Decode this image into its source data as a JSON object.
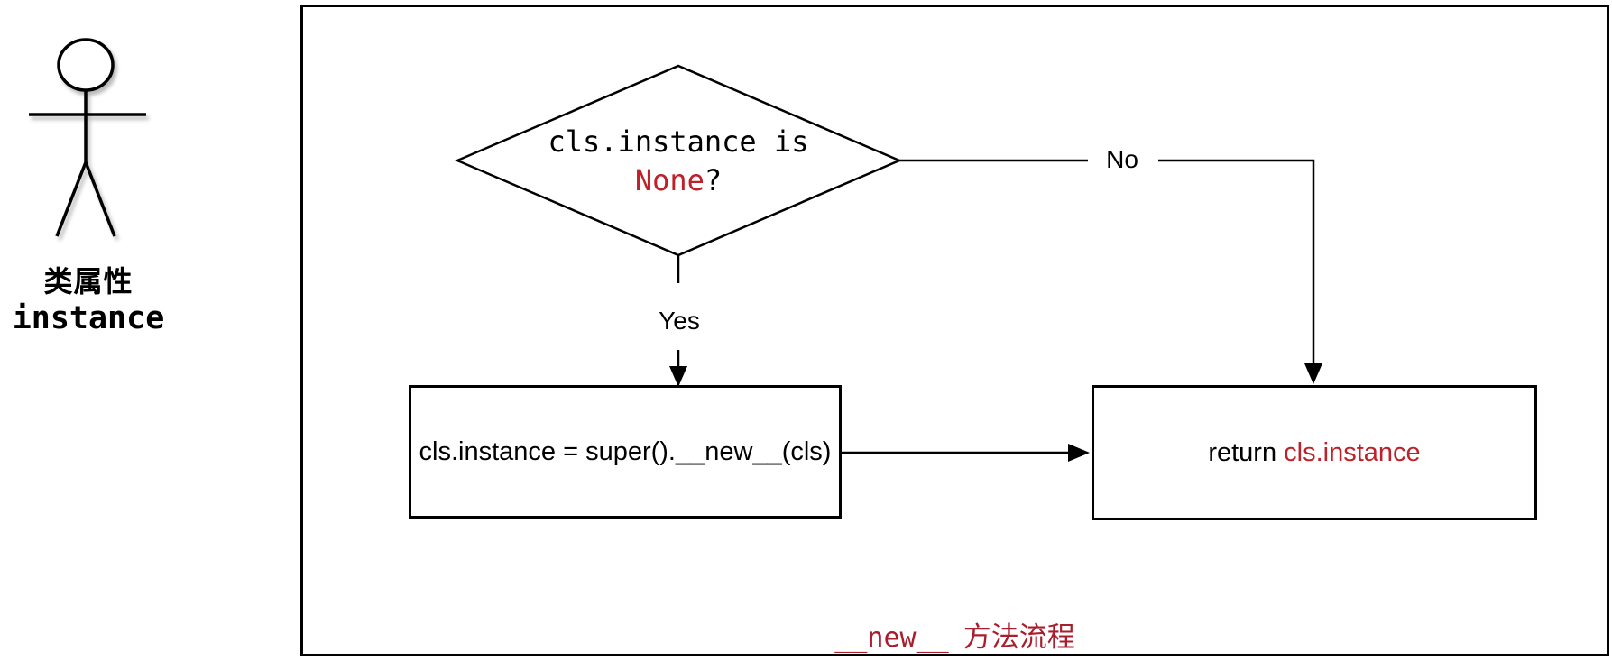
{
  "actor": {
    "title": "类属性",
    "code_label": "instance"
  },
  "flowchart": {
    "decision": {
      "line1": "cls.instance is",
      "highlight": "None",
      "suffix": "?"
    },
    "yes_label": "Yes",
    "no_label": "No",
    "process_text": "cls.instance = super().__new__(cls)",
    "return": {
      "prefix": "return",
      "highlight": "cls.instance"
    },
    "caption": {
      "code": "__new__",
      "text": "方法流程"
    }
  },
  "colors": {
    "stroke_black": "#000000",
    "highlight_red": "#BE2129",
    "caption_red": "#A81E2D",
    "background": "#FFFFFF"
  }
}
